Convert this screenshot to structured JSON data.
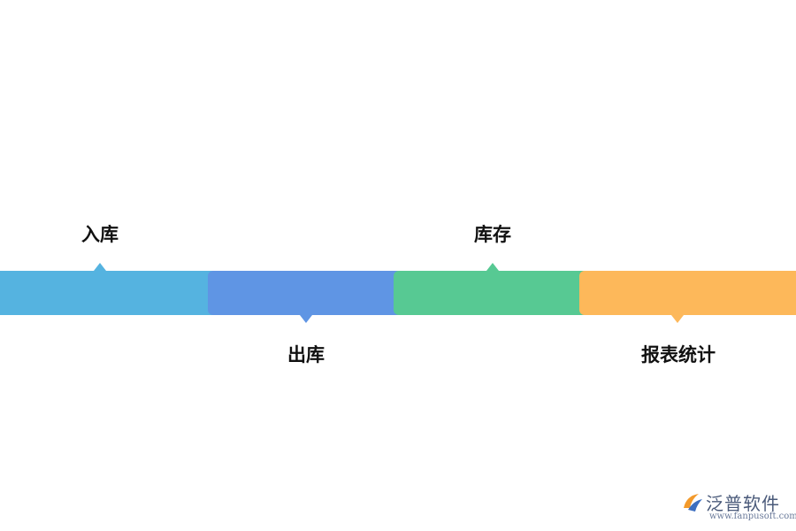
{
  "steps": [
    {
      "label": "入库",
      "color": "#55b3e0",
      "pointer": "up"
    },
    {
      "label": "出库",
      "color": "#5f95e4",
      "pointer": "down"
    },
    {
      "label": "库存",
      "color": "#57c993",
      "pointer": "up"
    },
    {
      "label": "报表统计",
      "color": "#fdb85a",
      "pointer": "down"
    }
  ],
  "watermark": {
    "title": "泛普软件",
    "url": "www.fanpusoft.com",
    "colors": {
      "logo_orange": "#f39a2b",
      "logo_blue": "#3d6fc0",
      "text": "#4a5a7a"
    }
  }
}
